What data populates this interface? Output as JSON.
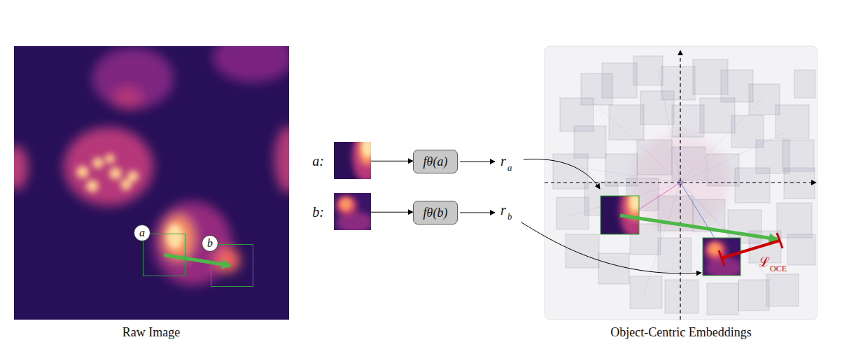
{
  "diagram": {
    "nodes": [
      {
        "text": [
          "a"
        ]
      },
      {
        "text": [
          "b"
        ]
      },
      {
        "text": [
          "a:"
        ]
      },
      {
        "text": [
          "fθ(a)"
        ]
      },
      {
        "text": [
          "b:"
        ]
      },
      {
        "text": [
          "fθ(b)"
        ]
      }
    ],
    "edges": [
      {
        "from": 0,
        "to": 1,
        "arrow": "to"
      },
      {
        "from": 2,
        "to": 3,
        "arrow": "to"
      },
      {
        "from": 4,
        "to": 5,
        "arrow": "to"
      }
    ],
    "labels": [
      "Raw Image",
      "r",
      "a",
      "r",
      "b",
      "ℒ",
      "OCE",
      "Object-Centric Embeddings"
    ]
  }
}
